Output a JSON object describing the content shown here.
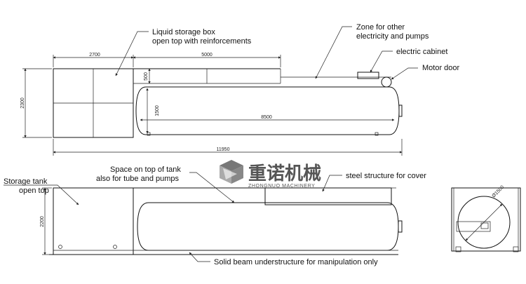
{
  "annotations": {
    "liquid_box": "Liquid storage box\nopen top with reinforcements",
    "zone_other": "Zone for  other\nelectricity and pumps",
    "electric_cabinet": "electric cabinet",
    "motor_door": "Motor door",
    "space_on_top": "Space on top of tank\nalso for tube and pumps",
    "storage_tank": "Storage tank\nopen top",
    "steel_structure": "steel structure for cover",
    "solid_beam": "Solid beam understructure for manipulation only"
  },
  "dimensions": {
    "d2700": "2700",
    "d5000": "5000",
    "d500": "500",
    "d2300": "2300",
    "d1500": "1500",
    "d8500": "8500",
    "d11950": "11950",
    "d2200": "2200",
    "d1500_dia": "Ø1500"
  },
  "logo": {
    "chinese": "重诺机械",
    "english": "ZHONGNUO MACHINERY"
  }
}
